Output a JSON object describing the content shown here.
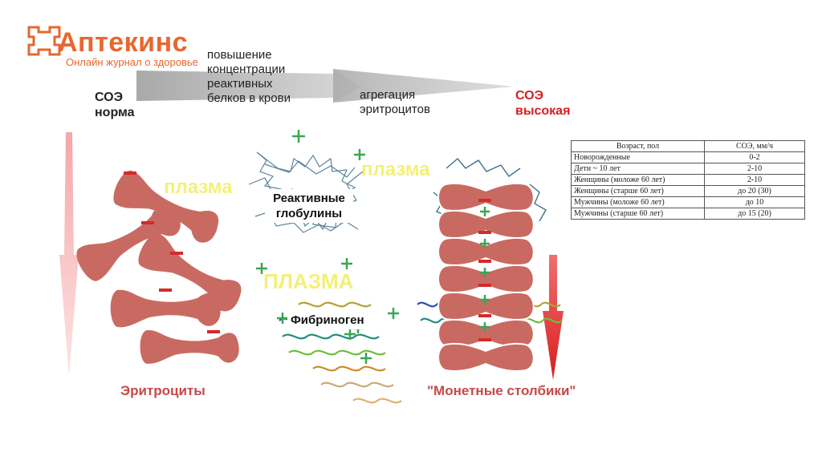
{
  "logo": {
    "title": "Аптекинс",
    "subtitle": "Онлайн журнал о здоровье"
  },
  "labels": {
    "esr_normal": [
      "СОЭ",
      "норма"
    ],
    "protein_increase": [
      "повышение",
      "концентрации",
      "реактивных",
      "белков в крови"
    ],
    "aggregation": [
      "агрегация",
      "эритроцитов"
    ],
    "esr_high": [
      "СОЭ",
      "высокая"
    ],
    "plasma": "плазма",
    "plasma_caps": "ПЛАЗМА",
    "reactive_globulins": [
      "Реактивные",
      "глобулины"
    ],
    "fibrinogen": "Фибриноген",
    "erythrocytes": "Эритроциты",
    "coin_stacks": "\"Монетные столбики\""
  },
  "colors": {
    "brand": "#e8672f",
    "cell": "#c96a62",
    "arrow_gray": "#c0c0c0",
    "arrow_red": "#e0322e",
    "plus": "#3aa655",
    "minus": "#d42a2a"
  },
  "table": {
    "headers": [
      "Возраст, пол",
      "СОЭ, мм/ч"
    ],
    "rows": [
      [
        "Новорожденные",
        "0-2"
      ],
      [
        "Дети ~ 10 лет",
        "2-10"
      ],
      [
        "Женщины (моложе 60 лет)",
        "2-10"
      ],
      [
        "Женщины (старше 60 лет)",
        "до 20 (30)"
      ],
      [
        "Мужчины (моложе 60 лет)",
        "до 10"
      ],
      [
        "Мужчины (старше 60 лет)",
        "до 15 (20)"
      ]
    ]
  }
}
